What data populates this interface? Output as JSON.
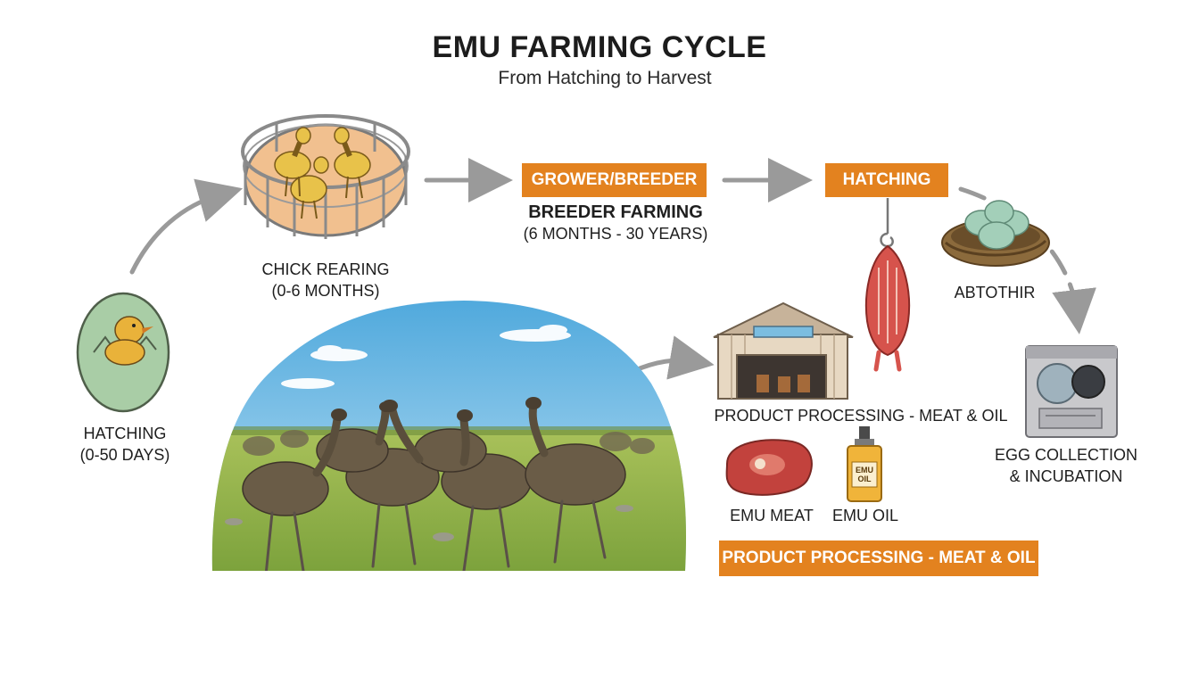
{
  "header": {
    "title": "EMU FARMING CYCLE",
    "subtitle": "From Hatching to Harvest"
  },
  "stages": {
    "hatching_egg": {
      "line1": "HATCHING",
      "line2": "(0-50 DAYS)"
    },
    "chick_rearing": {
      "line1": "CHICK REARING",
      "line2": "(0-6 MONTHS)"
    },
    "grower_breeder": {
      "box_label": "GROWER/BREEDER",
      "line1": "BREEDER FARMING",
      "line2": "(6 MONTHS - 30 YEARS)"
    },
    "hatching_box": {
      "box_label": "HATCHING"
    },
    "nest": {
      "label": "ABTOTHIR"
    },
    "egg_collection": {
      "line1": "EGG COLLECTION",
      "line2": "& INCUBATION"
    },
    "processing": {
      "label": "PRODUCT PROCESSING - MEAT & OIL",
      "box_label": "PRODUCT PROCESSING - MEAT & OIL",
      "meat_label": "EMU MEAT",
      "oil_label": "EMU OIL",
      "oil_bottle_text": "EMU OIL"
    }
  },
  "colors": {
    "accent_orange": "#e3821f",
    "arrow_gray": "#9a9a9a",
    "sky_blue": "#7cc0e6",
    "grass_green": "#8fae45",
    "egg_green": "#a9cda6"
  }
}
